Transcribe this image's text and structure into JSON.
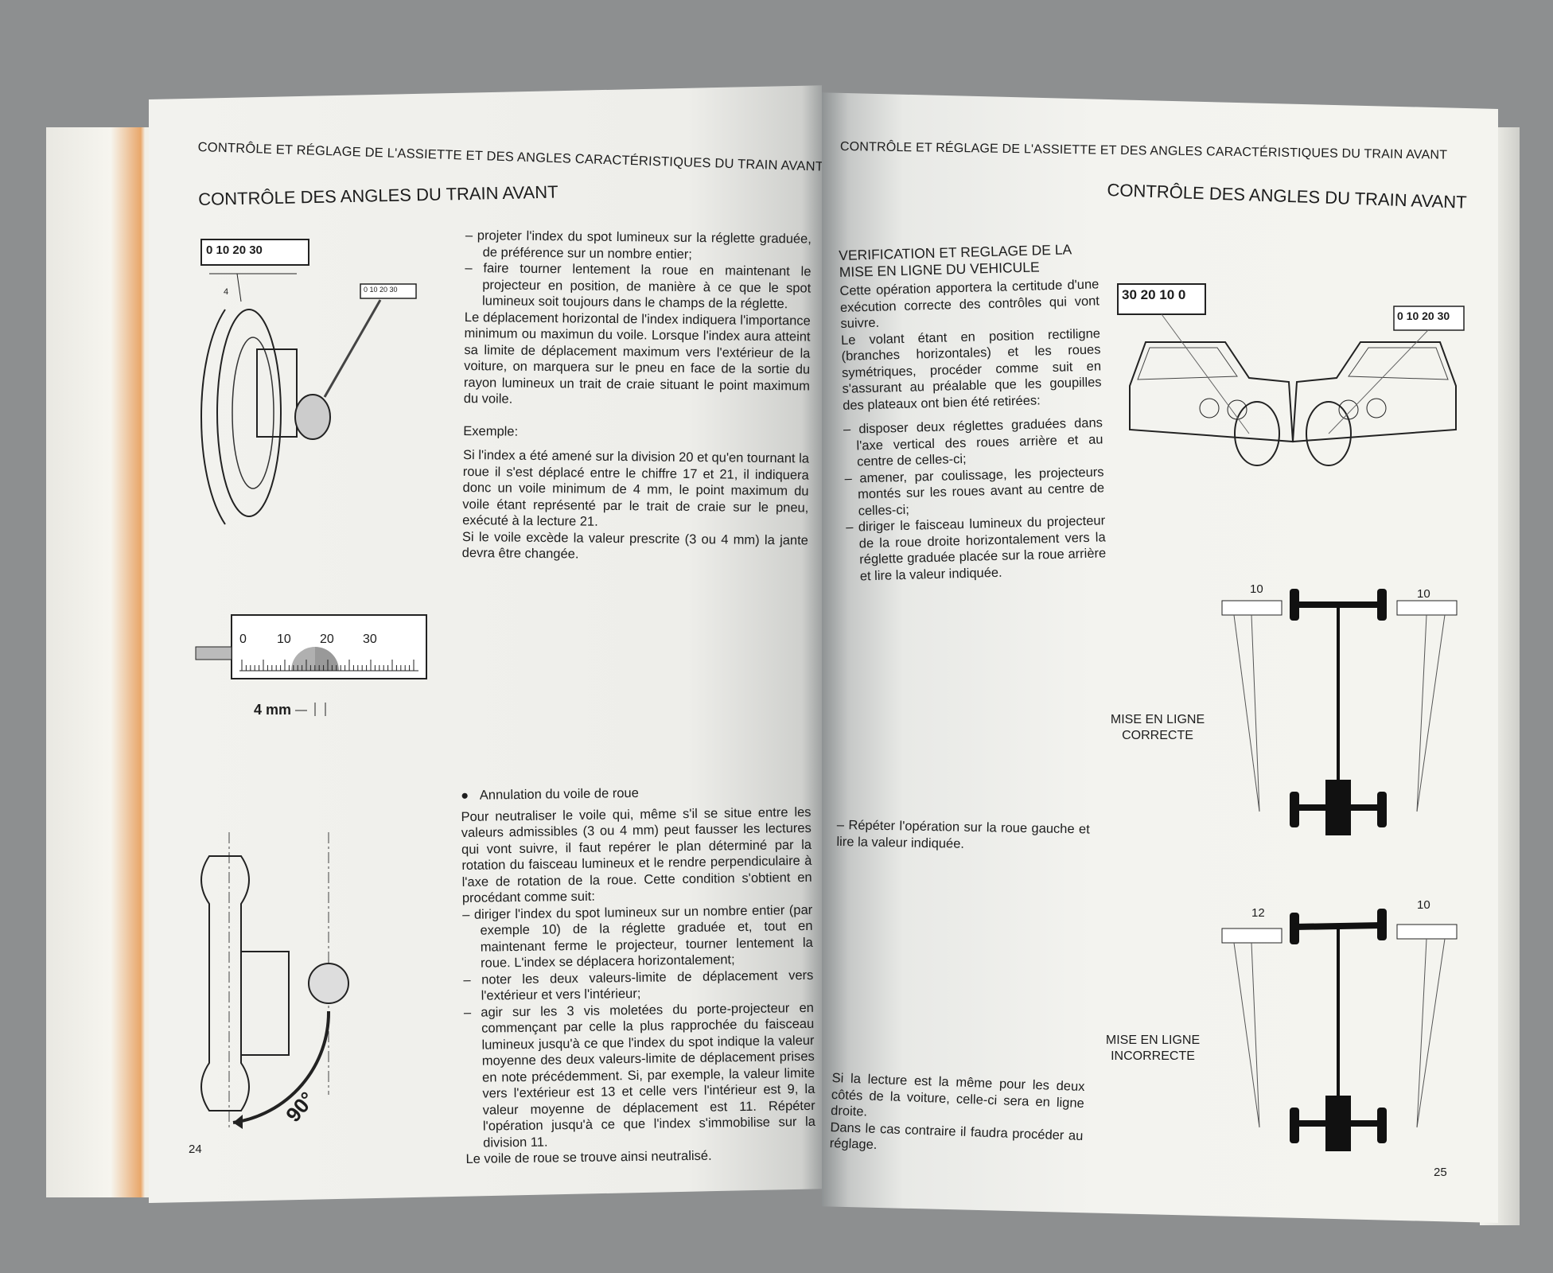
{
  "left_page": {
    "running_header": "CONTRÔLE ET RÉGLAGE DE L'ASSIETTE ET DES ANGLES CARACTÉRISTIQUES DU TRAIN AVANT",
    "title": "CONTRÔLE DES ANGLES DU TRAIN AVANT",
    "block1": [
      "– projeter l'index du spot lumineux sur la réglette graduée, de préférence sur un nombre entier;",
      "– faire tourner lentement la roue en maintenant le projecteur en position, de manière à ce que le spot lumineux soit toujours dans le champs de la réglette.",
      "Le déplacement horizontal de l'index indiquera l'importance minimum ou maximun du voile. Lorsque l'index aura atteint sa limite de déplacement maximum vers l'extérieur de la voiture, on marquera sur le pneu en face de la sortie du rayon lumineux un trait de craie situant le point maximum du voile.",
      "Exemple:",
      "Si l'index a été amené sur la division 20 et qu'en tournant la roue il s'est déplacé entre le chiffre 17 et 21, il indiquera donc un voile minimum de 4 mm, le point maximum du voile étant représenté par le trait de craie sur le pneu, exécuté à la lecture 21.",
      "Si le voile excède la valeur prescrite (3 ou 4 mm) la jante devra être changée."
    ],
    "section_heading": "Annulation du voile de roue",
    "block2": [
      "Pour neutraliser le voile qui, même s'il se situe entre les valeurs admissibles (3 ou 4 mm) peut fausser les lectures qui vont suivre, il faut repérer le plan déterminé par la rotation du faisceau lumineux et le rendre perpendiculaire à l'axe de rotation de la roue. Cette condition s'obtient en procédant comme suit:",
      "– diriger l'index du spot lumineux sur un nombre entier (par exemple 10) de la réglette graduée et, tout en maintenant ferme le projecteur, tourner lentement la roue. L'index se déplacera horizontalement;",
      "– noter les deux valeurs-limite de déplacement vers l'extérieur et vers l'intérieur;",
      "– agir sur les 3 vis moletées du porte-projecteur en commençant par celle la plus rapprochée du faisceau lumineux jusqu'à ce que l'index du spot indique la valeur moyenne des deux valeurs-limite de déplacement prises en note précédemment. Si, par exemple, la valeur limite vers l'extérieur est 13 et celle vers l'intérieur est 9, la valeur moyenne de déplacement est 11. Répéter l'opération jusqu'à ce que l'index s'immobilise sur la division 11.",
      "Le voile de roue se trouve ainsi neutralisé."
    ],
    "figure1": {
      "scale_large": "0 10 20 30",
      "scale_small": "0 10 20 30",
      "mark": "4"
    },
    "figure2": {
      "ticks": [
        "0",
        "10",
        "20",
        "30"
      ],
      "dimension": "4 mm"
    },
    "figure3": {
      "angle": "90°"
    },
    "page_number": "24"
  },
  "right_page": {
    "running_header": "CONTRÔLE ET RÉGLAGE DE L'ASSIETTE ET DES ANGLES CARACTÉRISTIQUES DU TRAIN AVANT",
    "title": "CONTRÔLE DES ANGLES DU TRAIN AVANT",
    "section_heading": "VERIFICATION ET REGLAGE DE LA MISE EN LIGNE DU VEHICULE",
    "block1": [
      "Cette opération apportera la certitude d'une exécution correcte des contrôles qui vont suivre.",
      "Le volant étant en position rectiligne (branches horizontales) et les roues symétriques, procéder comme suit en s'assurant au préalable que les goupilles des plateaux ont bien été retirées:",
      "– disposer deux réglettes graduées dans l'axe vertical des roues arrière et au centre de celles-ci;",
      "– amener, par coulissage, les projecteurs montés sur les roues avant au centre de celles-ci;",
      "– diriger le faisceau lumineux du projecteur de la roue droite horizontalement vers la réglette graduée placée sur la roue arrière et lire la valeur indiquée."
    ],
    "repeat_step": "– Répéter l'opération sur la roue gauche et lire la valeur indiquée.",
    "conclusion": [
      "Si la lecture est la même pour les deux côtés de la voiture, celle-ci sera en ligne droite.",
      "Dans le cas contraire il faudra procéder au réglage."
    ],
    "car_figure": {
      "scale_left": "30 20 10 0",
      "scale_right": "0 10 20 30"
    },
    "diagram_correct": {
      "label": "MISE EN LIGNE CORRECTE",
      "left_reading": "10",
      "right_reading": "10"
    },
    "diagram_incorrect": {
      "label": "MISE EN LIGNE INCORRECTE",
      "left_reading": "12",
      "right_reading": "10"
    },
    "page_number": "25"
  }
}
